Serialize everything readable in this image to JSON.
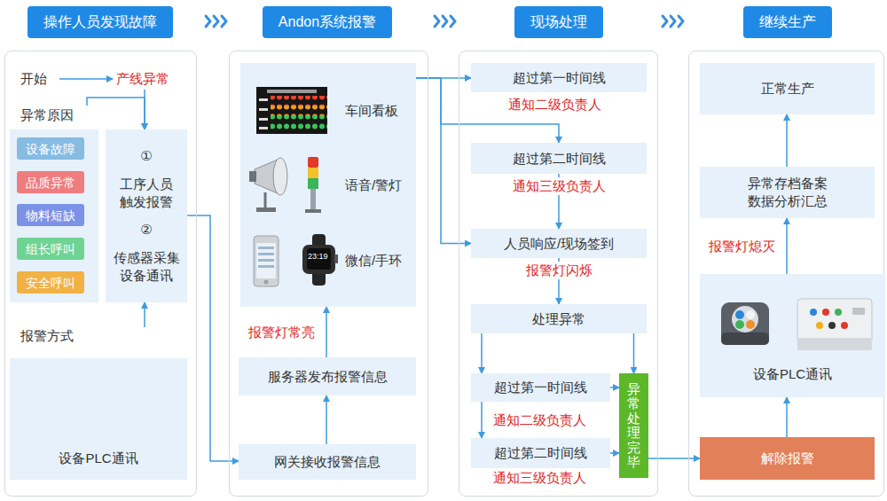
{
  "diagram": {
    "nodes": [
      {
        "text": [
          "操作人员发现故障"
        ]
      },
      {
        "text": [
          "开始"
        ],
        "in": 0
      },
      {
        "text": [
          "产线异常"
        ],
        "in": 0
      },
      {
        "text": [
          "异常原因"
        ],
        "in": 0
      },
      {
        "text": [
          "设备故障"
        ],
        "in": 3
      },
      {
        "text": [
          "品质异常"
        ],
        "in": 3
      },
      {
        "text": [
          "物料短缺"
        ],
        "in": 3
      },
      {
        "text": [
          "组长呼叫"
        ],
        "in": 3
      },
      {
        "text": [
          "安全呼叫"
        ],
        "in": 3
      },
      {
        "text": [
          "①",
          "工序人员 触发报警",
          "②",
          "传感器采集 设备通讯"
        ],
        "in": 0
      },
      {
        "text": [
          "报警方式",
          "设备PLC通讯"
        ],
        "in": 0
      },
      {
        "text": [
          "Andon系统报警"
        ]
      },
      {
        "text": [
          "车间看板",
          "语音/警灯",
          "微信/手环"
        ],
        "in": 11
      },
      {
        "text": [
          "服务器发布报警信息"
        ],
        "in": 11
      },
      {
        "text": [
          "网关接收报警信息"
        ],
        "in": 11
      },
      {
        "text": [
          "现场处理"
        ]
      },
      {
        "text": [
          "超过第一时间线"
        ],
        "in": 15
      },
      {
        "text": [
          "超过第二时间线"
        ],
        "in": 15
      },
      {
        "text": [
          "人员响应/现场签到"
        ],
        "in": 15
      },
      {
        "text": [
          "处理异常"
        ],
        "in": 15
      },
      {
        "text": [
          "超过第一时间线"
        ],
        "in": 15
      },
      {
        "text": [
          "超过第二时间线"
        ],
        "in": 15
      },
      {
        "text": [
          "异常处理完毕"
        ],
        "in": 15
      },
      {
        "text": [
          "继续生产"
        ]
      },
      {
        "text": [
          "正常生产"
        ],
        "in": 23
      },
      {
        "text": [
          "异常存档备案 数据分析汇总"
        ],
        "in": 23
      },
      {
        "text": [
          "设备PLC通讯"
        ],
        "in": 23
      },
      {
        "text": [
          "解除报警"
        ],
        "in": 23
      }
    ],
    "edges": [
      {
        "from": 1,
        "to": 2,
        "arrow": "to"
      },
      {
        "from": 3,
        "to": 9,
        "arrow": "to"
      },
      {
        "from": 2,
        "to": 9,
        "arrow": "to"
      },
      {
        "from": 10,
        "to": 9,
        "arrow": "to"
      },
      {
        "from": 9,
        "to": 14,
        "arrow": "to"
      },
      {
        "from": 14,
        "to": 13,
        "arrow": "to"
      },
      {
        "from": 13,
        "to": 12,
        "label": "报警灯常亮",
        "arrow": "to"
      },
      {
        "from": 12,
        "to": 16,
        "arrow": "to"
      },
      {
        "from": 12,
        "to": 18,
        "arrow": "to"
      },
      {
        "from": 12,
        "to": 17,
        "arrow": "to"
      },
      {
        "from": 17,
        "to": 18,
        "label": "通知三级负责人",
        "arrow": "to"
      },
      {
        "from": 18,
        "to": 19,
        "label": "报警灯闪烁",
        "arrow": "to"
      },
      {
        "from": 19,
        "to": 20,
        "arrow": "to"
      },
      {
        "from": 19,
        "to": 22,
        "arrow": "to"
      },
      {
        "from": 20,
        "to": 21,
        "label": "通知二级负责人",
        "arrow": "to"
      },
      {
        "from": 20,
        "to": 22,
        "arrow": "to"
      },
      {
        "from": 21,
        "to": 22,
        "arrow": "to"
      },
      {
        "from": 22,
        "to": 27,
        "arrow": "to"
      },
      {
        "from": 27,
        "to": 26,
        "arrow": "to"
      },
      {
        "from": 26,
        "to": 25,
        "label": "报警灯熄灭",
        "arrow": "to"
      },
      {
        "from": 25,
        "to": 24,
        "arrow": "to"
      }
    ],
    "labels": [
      "通知二级负责人",
      "通知三级负责人",
      "23:19"
    ]
  }
}
